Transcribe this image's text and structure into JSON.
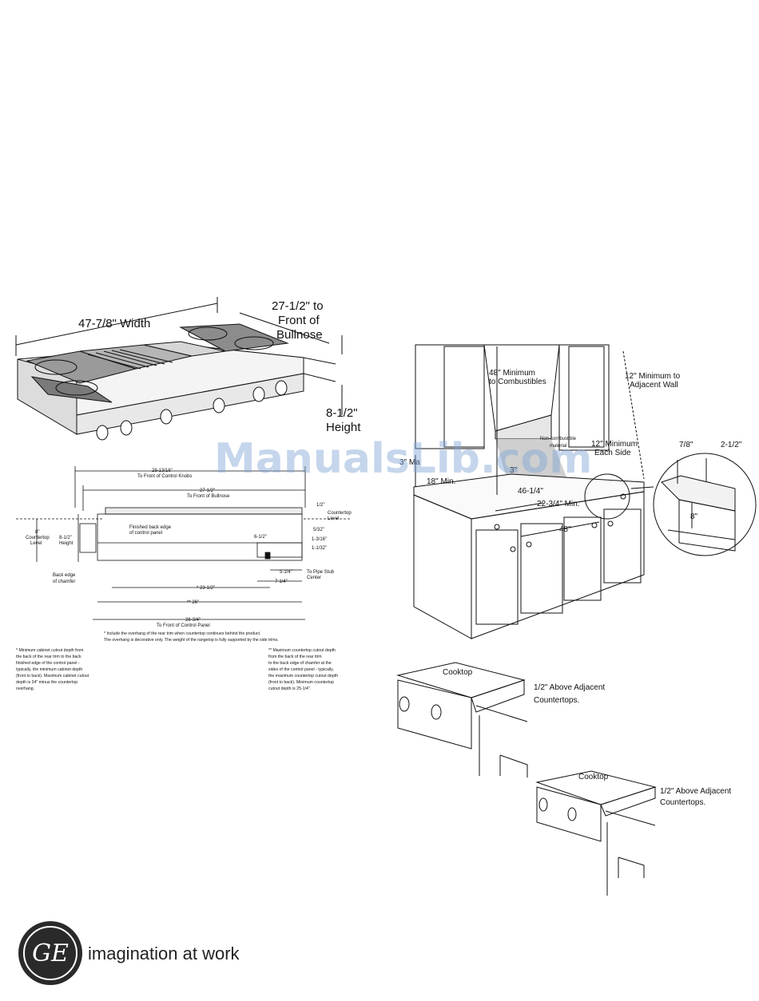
{
  "watermark": "ManualsLib.com",
  "cooktop_iso": {
    "width": "47-7/8\" Width",
    "depth_l1": "27-1/2\" to",
    "depth_l2": "Front of",
    "depth_l3": "Bullnose",
    "height_l1": "8-1/2\"",
    "height_l2": "Height"
  },
  "side_view": {
    "top_dim": "28-13/16\"",
    "top_sub": "To Front of Control Knobs",
    "second_dim": "27-1/2\"",
    "second_sub": "To Front of Bullnose",
    "half": "1/2\"",
    "countertop_level_1": "Countertop",
    "countertop_level_2": "Level",
    "left_8": "8\"",
    "left_ct1": "Countertop",
    "left_ct2": "Level",
    "left_h1": "8-1/2\"",
    "left_h2": "Height",
    "finished_1": "Finished back edge",
    "finished_2": "of control panel",
    "d_6_1_2": "6-1/2\"",
    "d_5_32": "5/32\"",
    "d_1_3_16": "1-3/16\"",
    "d_1_1_32": "1-1/32\"",
    "back_edge_1": "Back edge",
    "back_edge_2": "of chamfer",
    "d_5_1_4": "5-1/4\"",
    "d_7_1_4": "7-1/4\"",
    "pipe_1": "To Pipe Stub",
    "pipe_2": "Center",
    "d_23_1_2": "* 23-1/2\"",
    "d_26": "** 26\"",
    "d_26_3_4": "26-3/4\"",
    "d_26_3_4_sub": "To Front of Control Panel",
    "footnote_1": "* Include the overhang of the rear trim when countertop continues behind the product.",
    "footnote_2": "The overhang is decorative only. The weight of the rangetop is fully supported by the side trims."
  },
  "notes": {
    "left": [
      "* Minimum cabinet cutout depth from",
      "the back of the rear trim to the back",
      "finished edge of the control panel -",
      "typically, the minimum cabinet depth",
      "(front to back). Maximum cabinet cutout",
      "depth is 24\" minus the countertop",
      "overhang."
    ],
    "right": [
      "** Maximum countertop cutout depth",
      "from the back of the rear trim",
      "to the back edge of chamfer at the",
      "sides of the control panel - typically,",
      "the maximum countertop cutout depth",
      "(front to back). Minimum countertop",
      "cutout depth is 25-1/4\"."
    ]
  },
  "installation": {
    "min_combustibles_1": "48\" Minimum",
    "min_combustibles_2": "to Combustibles",
    "wall_1": "12\" Minimum to",
    "wall_2": "Adjacent Wall",
    "noncomb_1": "Non-combustible",
    "noncomb_2": "material",
    "each_side_1": "12\" Minimum",
    "each_side_2": "Each Side",
    "three_max": "3\" Ma",
    "eighteen": "18\" Min.",
    "forty_six": "46-1/4\"",
    "twenty_two": "22-3/4\" Min.",
    "forty_eight": "48\"",
    "frag": "3\""
  },
  "detail": {
    "d_7_8": "7/8\"",
    "d_2_1_2": "2-1/2\"",
    "d_8": "8\""
  },
  "countertop_a": {
    "label": "Cooktop",
    "note_1": "1/2\" Above Adjacent",
    "note_2": "Countertops."
  },
  "countertop_b": {
    "label": "Cooktop",
    "note_1": "1/2\" Above Adjacent",
    "note_2": "Countertops."
  },
  "brand": {
    "logo_text": "GE",
    "tagline": "imagination at work"
  }
}
